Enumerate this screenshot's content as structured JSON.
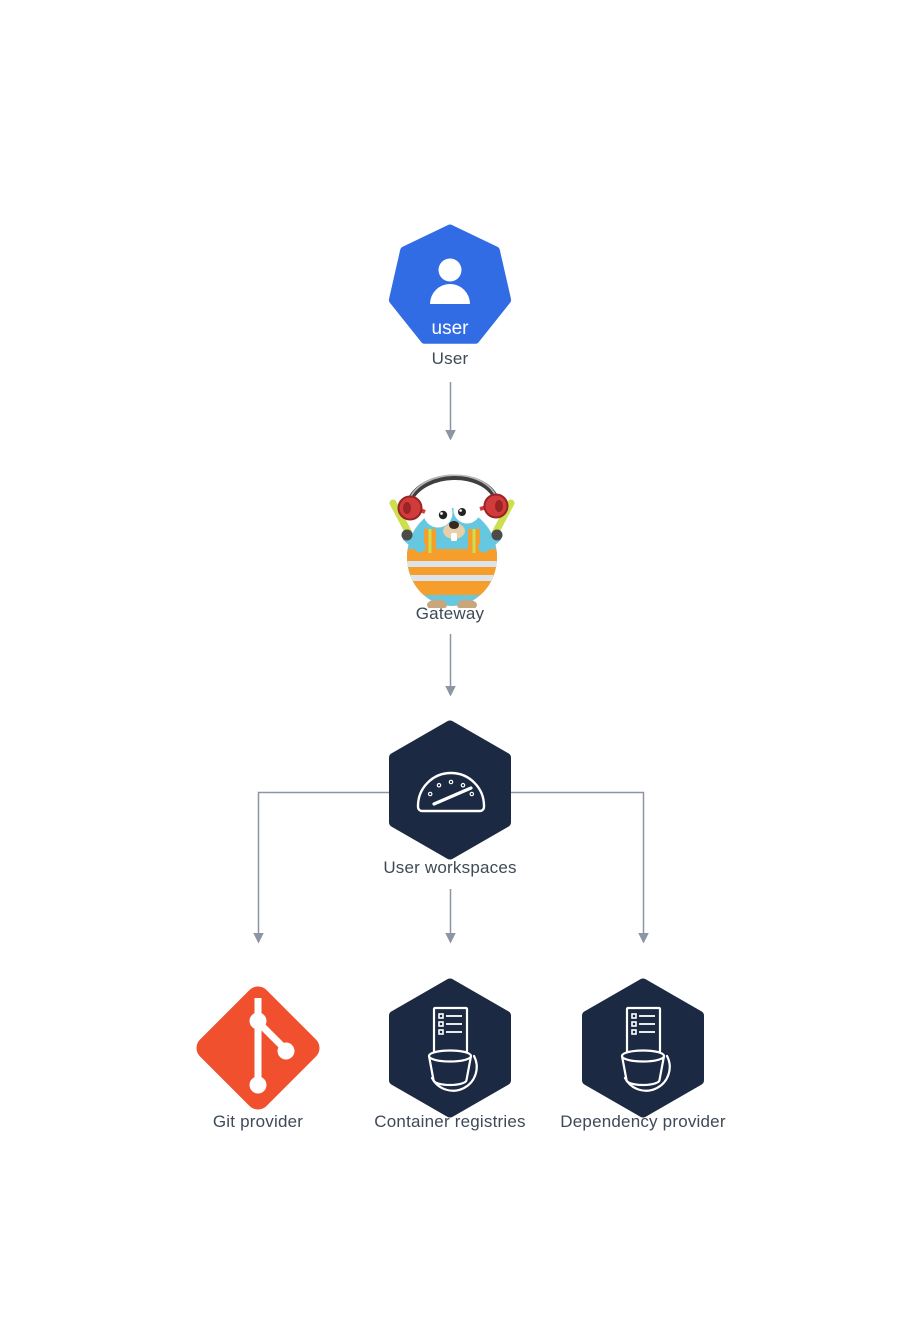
{
  "diagram": {
    "nodes": [
      {
        "id": "user",
        "label": "User",
        "icon": "user-heptagon-icon",
        "badge": "user"
      },
      {
        "id": "gateway",
        "label": "Gateway",
        "icon": "gopher-gateway-icon"
      },
      {
        "id": "user_workspaces",
        "label": "User workspaces",
        "icon": "gauge-hexagon-icon"
      },
      {
        "id": "git_provider",
        "label": "Git provider",
        "icon": "git-logo-icon"
      },
      {
        "id": "container_registries",
        "label": "Container registries",
        "icon": "registry-bucket-icon"
      },
      {
        "id": "dependency_provider",
        "label": "Dependency provider",
        "icon": "registry-bucket-icon"
      }
    ],
    "edges": [
      {
        "from": "user",
        "to": "gateway"
      },
      {
        "from": "gateway",
        "to": "user_workspaces"
      },
      {
        "from": "user_workspaces",
        "to": "git_provider"
      },
      {
        "from": "user_workspaces",
        "to": "container_registries"
      },
      {
        "from": "user_workspaces",
        "to": "dependency_provider"
      }
    ],
    "colors": {
      "kubernetes_blue": "#326ce5",
      "hexagon_dark_navy": "#1b2942",
      "git_orange": "#f1502f",
      "arrow_gray": "#8b95a5",
      "label_text": "#3e4a57",
      "gopher_body_blue": "#65c7e0",
      "vest_orange": "#f59e2c"
    }
  }
}
